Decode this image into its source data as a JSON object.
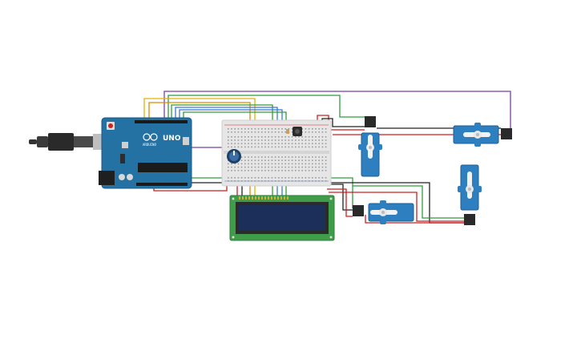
{
  "title": "",
  "board": {
    "brand_label": "UNO",
    "sub_label": "ARDUINO"
  },
  "components": {
    "breadboard": "breadboard",
    "lcd": "lcd-16x2",
    "potentiometer": "potentiometer",
    "servos": [
      "servo-1",
      "servo-2",
      "servo-3",
      "servo-4"
    ],
    "usb_cable": "usb-cable",
    "sensor": "sensor-module"
  },
  "colors": {
    "arduino_blue": "#2471a3",
    "breadboard": "#e6e6e6",
    "lcd_pcb": "#3f9d4a",
    "lcd_screen": "#1c2f5a",
    "servo_blue": "#2e7fc0",
    "wire_purple": "#7b3fa0",
    "wire_green": "#2e9e3a",
    "wire_yellow": "#e0b400",
    "wire_orange": "#e08a00",
    "wire_blue": "#3a78d6",
    "wire_red": "#cc1f1f",
    "wire_black": "#222222"
  }
}
